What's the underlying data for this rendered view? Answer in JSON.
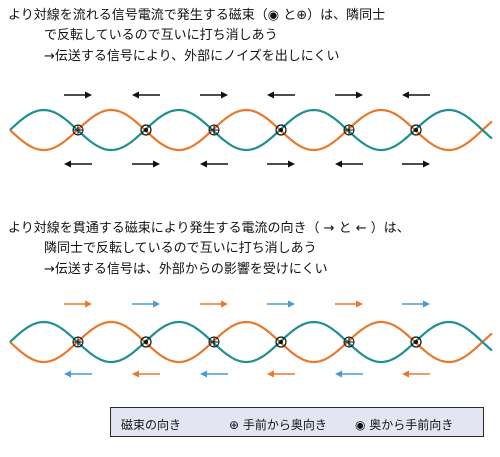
{
  "section1": {
    "line1": "より対線を流れる信号電流で発生する磁束（◉ と⊕）は、隣同士",
    "line2": "で反転しているので互いに打ち消しあう",
    "line3": "→伝送する信号により、外部にノイズを出しにくい"
  },
  "section2": {
    "line1": "より対線を貫通する磁束により発生する電流の向き（ → と ← ）は、",
    "line2": "隣同士で反転しているので互いに打ち消しあう",
    "line3": "→伝送する信号は、外部からの影響を受けにくい"
  },
  "legend": {
    "title": "磁束の向き",
    "front_to_back": "⊕ 手前から奥向き",
    "back_to_front": "◉ 奥から手前向き"
  },
  "colors": {
    "wire_orange": "#e8792b",
    "wire_teal": "#1f8f8f",
    "arrow_dark": "#111111",
    "arrow_orange": "#e8792b",
    "arrow_blue": "#4a9ad6",
    "legend_bg": "#e3e6f2"
  },
  "diagram1_symbols": [
    "⊕",
    "◉",
    "⊕",
    "◉",
    "⊕",
    "◉"
  ],
  "diagram2_symbols": [
    "⊕",
    "◉",
    "⊕",
    "◉",
    "⊕",
    "◉"
  ]
}
